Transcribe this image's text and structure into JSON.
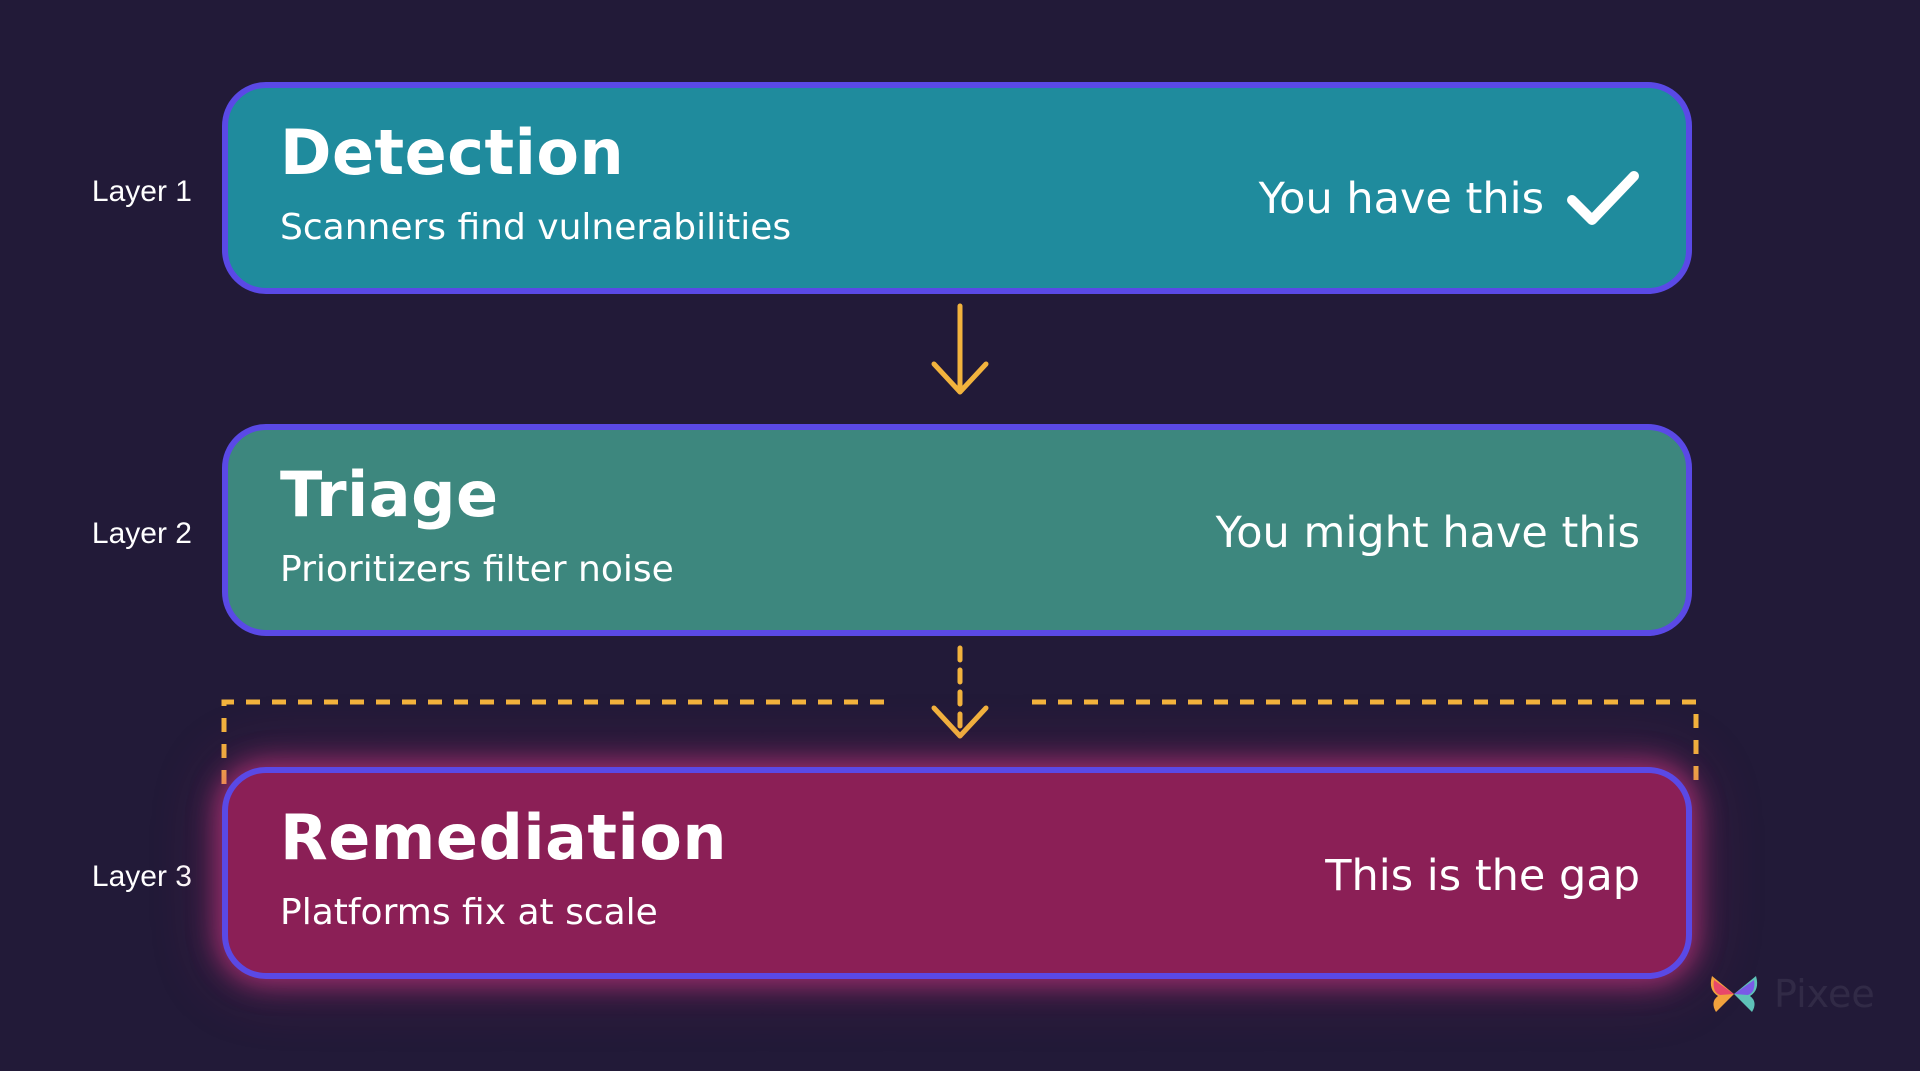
{
  "layers": [
    {
      "label": "Layer 1",
      "title": "Detection",
      "subtitle": "Scanners find vulnerabilities",
      "status": "You have this",
      "status_icon": "checkmark-icon",
      "color": "#1f8b9d"
    },
    {
      "label": "Layer 2",
      "title": "Triage",
      "subtitle": "Prioritizers filter noise",
      "status": "You might have this",
      "color": "#3d877e"
    },
    {
      "label": "Layer 3",
      "title": "Remediation",
      "subtitle": "Platforms fix at scale",
      "status": "This is the gap",
      "color": "#8b1f56"
    }
  ],
  "colors": {
    "background": "#221a38",
    "border": "#5a49e6",
    "arrow": "#f2b33d",
    "glow": "#e83c8c"
  },
  "connectors": [
    {
      "from": "Layer 1",
      "to": "Layer 2",
      "style": "solid-arrow"
    },
    {
      "from": "Layer 2",
      "to": "Layer 3",
      "style": "dashed-arrow"
    }
  ],
  "logo": {
    "name": "Pixee"
  }
}
